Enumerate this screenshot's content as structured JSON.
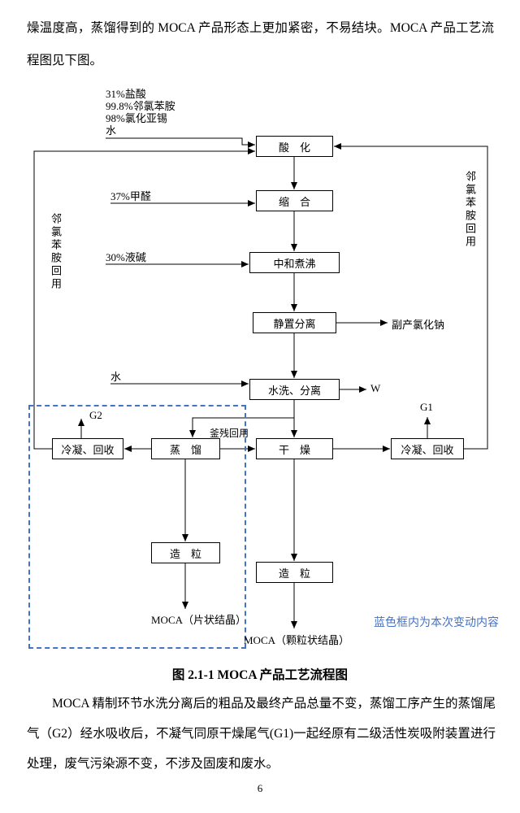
{
  "page": {
    "para_top": "燥温度高，蒸馏得到的 MOCA 产品形态上更加紧密，不易结块。MOCA 产品工艺流程图见下图。",
    "caption": "图 2.1-1 MOCA 产品工艺流程图",
    "para_bottom": "MOCA 精制环节水洗分离后的粗品及最终产品总量不变，蒸馏工序产生的蒸馏尾气（G2）经水吸收后，不凝气同原干燥尾气(G1)一起经原有二级活性炭吸附装置进行处理，废气污染源不变，不涉及固废和废水。",
    "page_number": "6"
  },
  "diagram": {
    "inputs": {
      "acid_list": [
        "31%盐酸",
        "99.8%邻氯苯胺",
        "98%氯化亚锡",
        "水"
      ],
      "formaldehyde": "37%甲醛",
      "alkali": "30%液碱",
      "wash_water": "水"
    },
    "boxes": {
      "acidify": "酸　化",
      "condense": "缩　合",
      "neutralize": "中和煮沸",
      "settle": "静置分离",
      "wash": "水洗、分离",
      "dry": "干　燥",
      "distill": "蒸　馏",
      "condense_recover_left": "冷凝、回收",
      "condense_recover_right": "冷凝、回收",
      "granulate_left": "造　粒",
      "granulate_right": "造　粒"
    },
    "labels": {
      "byproduct_nacl": "副产氯化钠",
      "w": "W",
      "g1": "G1",
      "g2": "G2",
      "residue_reuse": "釜残回用",
      "recycle_left": "邻氯苯胺回用",
      "recycle_right": "邻氯苯胺回用",
      "moca_flake": "MOCA（片状结晶）",
      "moca_granule": "MOCA（颗粒状结晶）",
      "blue_note": "蓝色框内为本次变动内容"
    }
  },
  "colors": {
    "accent_blue": "#4472C4"
  }
}
